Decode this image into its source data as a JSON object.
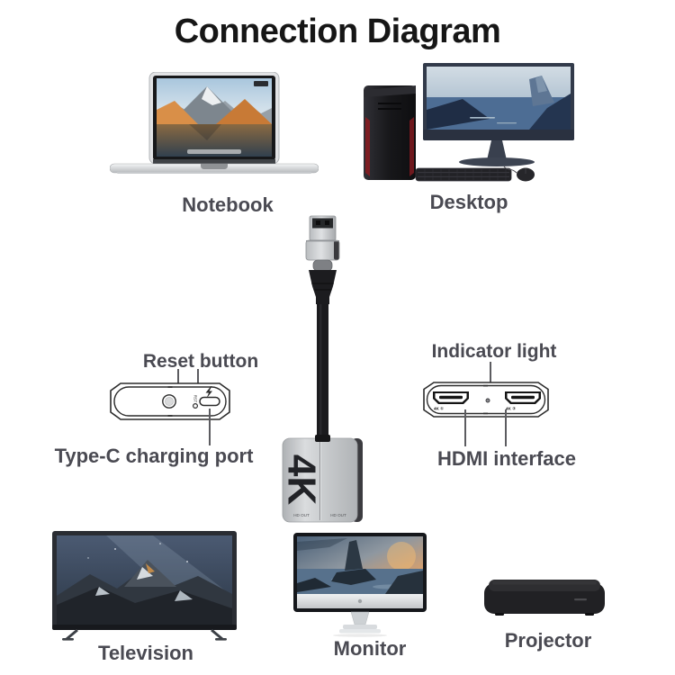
{
  "title": "Connection Diagram",
  "labels": {
    "notebook": "Notebook",
    "desktop": "Desktop",
    "television": "Television",
    "monitor": "Monitor",
    "projector": "Projector"
  },
  "callouts": {
    "reset_button": "Reset button",
    "type_c_port": "Type-C charging port",
    "indicator_light": "Indicator light",
    "hdmi_interface": "HDMI interface"
  },
  "adapter": {
    "print": "4K",
    "hd_out_left": "HD OUT",
    "hd_out_right": "HD OUT",
    "reset_hole_label": "RST",
    "hdmi_port1_label": "4K ①",
    "hdmi_port2_label": "4K ②"
  },
  "colors": {
    "title": "#161616",
    "label": "#4a4a52",
    "outline": "#2b2b2b",
    "leader_line": "#5c5c60",
    "adapter_silver": "#c9ccce",
    "cable": "#1b1b1e",
    "tower_accent_red": "#7d1d22"
  }
}
